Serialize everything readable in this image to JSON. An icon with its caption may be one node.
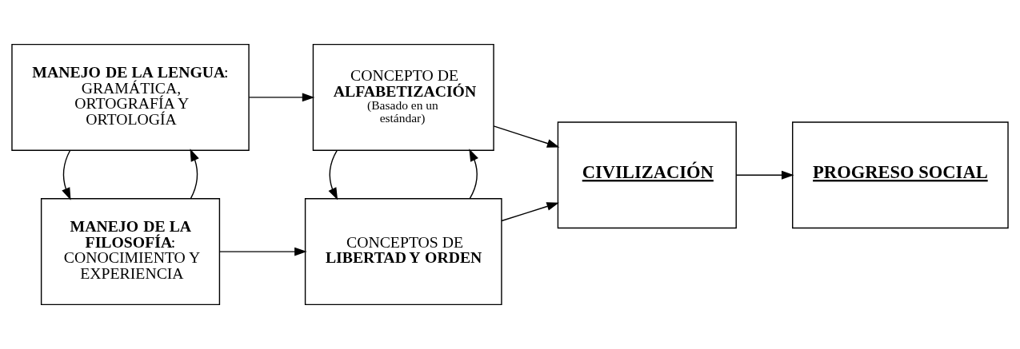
{
  "diagram": {
    "nodes": [
      {
        "text": [
          "**MANEJO DE LA FILOSOFÍA**: CONOCIMIENTO Y EXPERIENCIA"
        ]
      },
      {
        "text": [
          "CONCEPTOS DE **LIBERTAD Y ORDEN**"
        ]
      },
      {
        "text": [
          "**MANEJO DE LA LENGUA**: GRAMÁTICA, ORTOGRAFÍA Y ORTOLOGÍA"
        ]
      },
      {
        "text": [
          "CONCEPTO DE **ALFABETIZACIÓN**",
          "(Basado en un estándar)"
        ]
      },
      {
        "text": [
          "CIVILIZACIÓN"
        ]
      },
      {
        "text": [
          "PROGRESO SOCIAL"
        ]
      }
    ],
    "edges": [
      {
        "from": 0,
        "to": 1,
        "arrow": "to"
      },
      {
        "from": 0,
        "to": 2,
        "arrow": "to"
      },
      {
        "from": 2,
        "to": 0,
        "arrow": "to"
      },
      {
        "from": 1,
        "to": 3,
        "arrow": "to"
      },
      {
        "from": 3,
        "to": 1,
        "arrow": "to"
      },
      {
        "from": 2,
        "to": 3,
        "arrow": "to"
      },
      {
        "from": 1,
        "to": 4,
        "arrow": "to"
      },
      {
        "from": 3,
        "to": 4,
        "arrow": "to"
      },
      {
        "from": 4,
        "to": 5,
        "arrow": "to"
      }
    ]
  }
}
